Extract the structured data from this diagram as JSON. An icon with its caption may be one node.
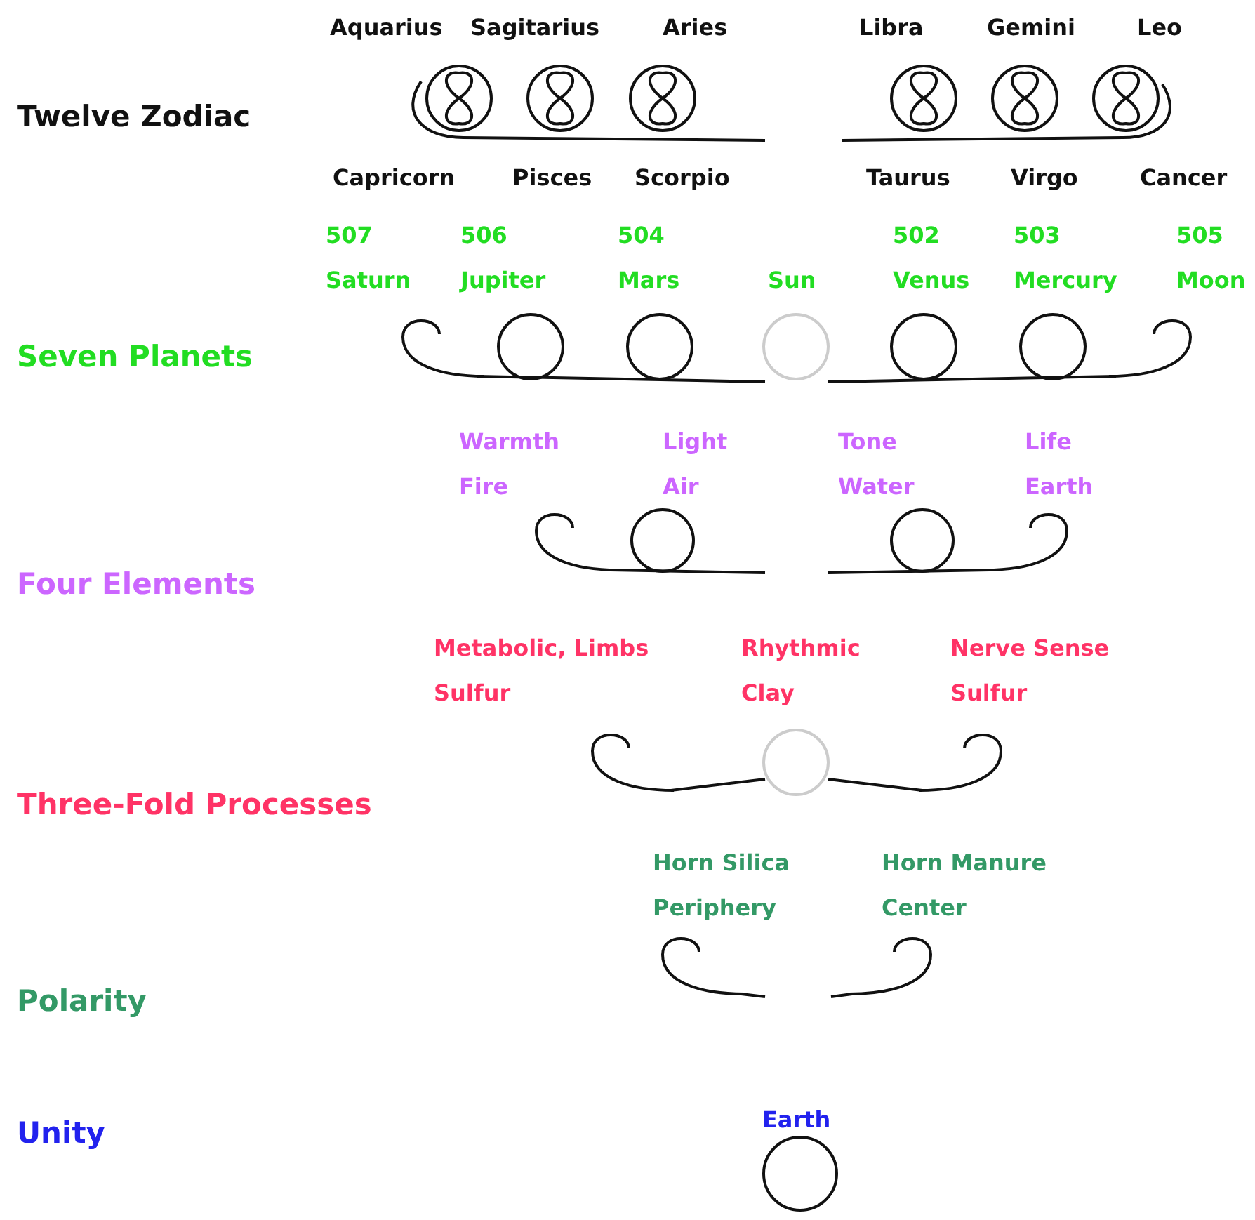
{
  "diagram": {
    "labels": [
      "Aquarius",
      "Sagitarius",
      "Aries",
      "Libra",
      "Gemini",
      "Leo",
      "Twelve Zodiac",
      "Capricorn",
      "Pisces",
      "Scorpio",
      "Taurus",
      "Virgo",
      "Cancer",
      "507",
      "506",
      "504",
      "502",
      "503",
      "505",
      "Saturn",
      "Jupiter",
      "Mars",
      "Sun",
      "Venus",
      "Mercury",
      "Moon",
      "Seven Planets",
      "Warmth",
      "Light",
      "Tone",
      "Life",
      "Fire",
      "Air",
      "Water",
      "Earth",
      "Four Elements",
      "Metabolic, Limbs",
      "Rhythmic",
      "Nerve Sense",
      "Sulfur",
      "Clay",
      "Sulfur",
      "Three-Fold Processes",
      "Horn Silica",
      "Horn Manure",
      "Periphery",
      "Center",
      "Polarity",
      "Unity",
      "Earth"
    ]
  }
}
